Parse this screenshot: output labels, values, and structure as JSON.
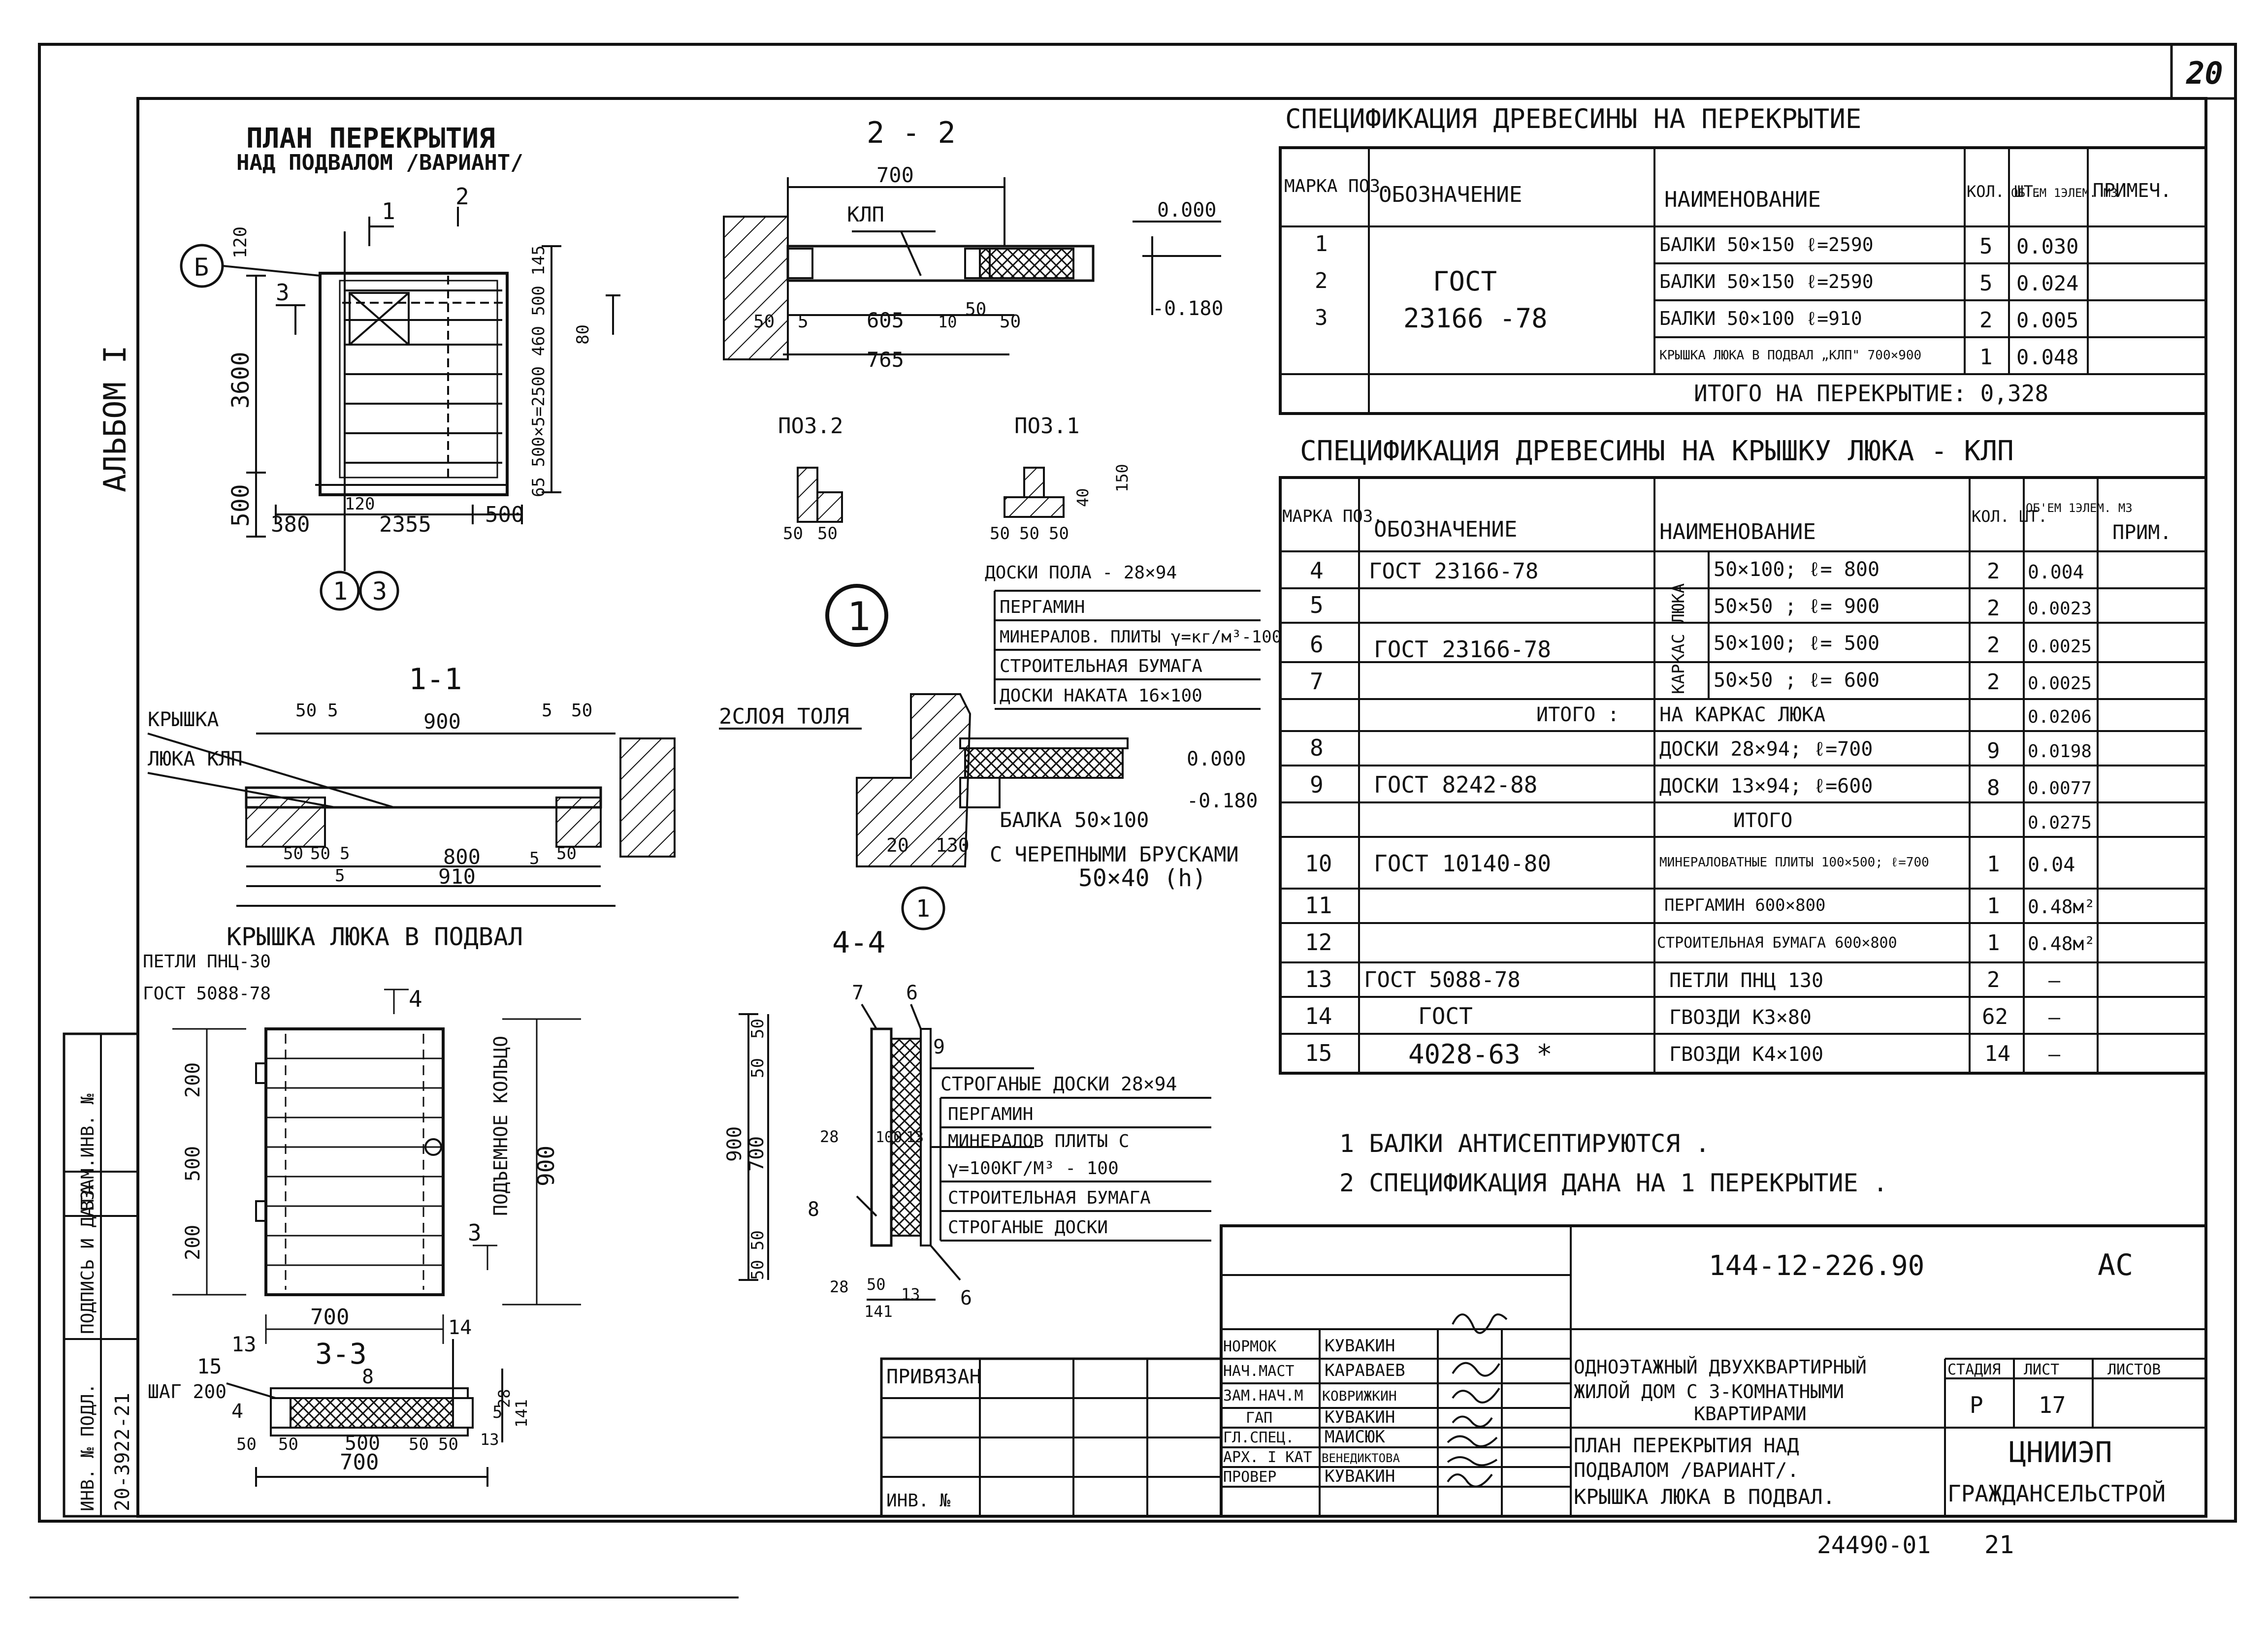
{
  "sheet_number": "20",
  "album": "АЛЬБОМ I",
  "plan": {
    "title_1": "ПЛАН ПЕРЕКРЫТИЯ",
    "title_2": "НАД ПОДВАЛОМ /ВАРИАНТ/",
    "axis_b": "Б",
    "axis_1": "1",
    "axis_3": "3",
    "cut_1": "1",
    "cut_2": "2",
    "cut_3": "3",
    "dim_3600": "3600",
    "dim_500": "500",
    "dim_120_top": "120",
    "dim_120_bottom": "120",
    "dim_380": "380",
    "dim_2355": "2355",
    "dim_500_right": "500",
    "dim_right_chain": "65  500×5=2500  460  500  145",
    "dim_80": "80"
  },
  "section_22": {
    "title": "2 - 2",
    "dim_700": "700",
    "label_klp": "КЛП",
    "lvl_0": "0.000",
    "lvl_180": "-0.180",
    "dim_50a": "50",
    "dim_5": "5",
    "dim_605": "605",
    "dim_10": "10",
    "dim_50b": "50",
    "dim_50c": "50",
    "dim_765": "765",
    "poz2": "ПОЗ.2",
    "poz1": "ПОЗ.1",
    "d50a": "50",
    "d50b": "50",
    "d50c": "50",
    "d50d": "50",
    "d50e": "50",
    "d40": "40",
    "d150": "150"
  },
  "node_1": {
    "mark": "1",
    "layers": [
      "ДОСКИ ПОЛА   - 28×94",
      "ПЕРГАМИН",
      "МИНЕРАЛОВ. ПЛИТЫ γ=кг/м³-100",
      "СТРОИТЕЛЬНАЯ БУМАГА",
      "ДОСКИ НАКАТА 16×100"
    ],
    "tol": "2СЛОЯ ТОЛЯ",
    "lvl_0": "0.000",
    "lvl_180": "-0.180",
    "beam": "БАЛКА 50×100",
    "beam_2": "С ЧЕРЕПНЫМИ БРУСКАМИ",
    "beam_3": "50×40 (h)",
    "d20": "20",
    "d130": "130",
    "axis": "1"
  },
  "section_11": {
    "title": "1-1",
    "label_1": "КРЫШКА",
    "label_2": "ЛЮКА КЛП",
    "d50a": "50",
    "d5a": "5",
    "d900": "900",
    "d5b": "5",
    "d50b": "50",
    "d50c": "50",
    "d50d": "50",
    "d5c": "5",
    "d800": "800",
    "d5d": "5",
    "d50e": "50",
    "d5e": "5",
    "d910": "910"
  },
  "hatch_cover": {
    "title": "КРЫШКА ЛЮКА В ПОДВАЛ",
    "loops": "ПЕТЛИ ПНЦ-30",
    "gost": "ГОСТ 5088-78",
    "ring": "ПОДЪЕМНОЕ КОЛЬЦО",
    "d200a": "200",
    "d500": "500",
    "d200b": "200",
    "d900": "900",
    "d700": "700",
    "cut4": "4",
    "cut3": "3"
  },
  "section_33": {
    "title": "3-3",
    "n15": "15",
    "n13": "13",
    "n8": "8",
    "n14": "14",
    "n4": "4",
    "step": "ШАГ 200",
    "d50a": "50",
    "d50b": "50",
    "d500": "500",
    "d50c": "50",
    "d50d": "50",
    "d5": "5",
    "d13": "13",
    "d28": "28",
    "d141": "141",
    "d700": "700"
  },
  "section_44": {
    "title": "4-4",
    "n7": "7",
    "n6a": "6",
    "n9": "9",
    "n8": "8",
    "n6b": "6",
    "d50a": "50",
    "d50b": "50",
    "d700": "700",
    "d50c": "50",
    "d50d": "50",
    "d900": "900",
    "d28a": "28",
    "d100": "100",
    "d13a": "13",
    "d28b": "28",
    "d50e": "50",
    "d13b": "13",
    "d141": "141",
    "layers": [
      "СТРОГАНЫЕ ДОСКИ 28×94",
      "ПЕРГАМИН",
      "МИНЕРАЛОВ ПЛИТЫ  С",
      "γ=100КГ/М³    - 100",
      "СТРОИТЕЛЬНАЯ БУМАГА",
      "СТРОГАНЫЕ ДОСКИ"
    ]
  },
  "spec1": {
    "title": "СПЕЦИФИКАЦИЯ ДРЕВЕСИНЫ НА ПЕРЕКРЫТИЕ",
    "headers": [
      "МАРКА ПОЗ.",
      "ОБОЗНАЧЕНИЕ",
      "НАИМЕНОВАНИЕ",
      "КОЛ. ШТ.",
      "ОБ'ЕМ 1ЭЛЕМ. М3",
      "ПРИМЕЧ."
    ],
    "rows": [
      [
        "1",
        "",
        "БАЛКИ 50×150   ℓ=2590",
        "5",
        "0.030",
        ""
      ],
      [
        "2",
        "ГОСТ",
        "БАЛКИ 50×150   ℓ=2590",
        "5",
        "0.024",
        ""
      ],
      [
        "3",
        "23166 -78",
        "БАЛКИ 50×100   ℓ=910",
        "2",
        "0.005",
        ""
      ],
      [
        "",
        "",
        "КРЫШКА ЛЮКА В ПОДВАЛ „КЛП\" 700×900",
        "1",
        "0.048",
        ""
      ]
    ],
    "total": "ИТОГО НА ПЕРЕКРЫТИЕ:  0,328"
  },
  "spec2": {
    "title": "СПЕЦИФИКАЦИЯ ДРЕВЕСИНЫ НА КРЫШКУ ЛЮКА - КЛП",
    "headers": [
      "МАРКА ПОЗ.",
      "ОБОЗНАЧЕНИЕ",
      "НАИМЕНОВАНИЕ",
      "КОЛ. ШТ.",
      "ОБ'ЕМ 1ЭЛЕМ. М3",
      "ПРИМ."
    ],
    "group_label": "КАРКАС ЛЮКА",
    "rows": [
      [
        "4",
        "ГОСТ 23166-78",
        "50×100;  ℓ= 800",
        "2",
        "0.004",
        ""
      ],
      [
        "5",
        "",
        "50×50 ;  ℓ= 900",
        "2",
        "0.0023",
        ""
      ],
      [
        "6",
        "ГОСТ 23166-78",
        "50×100; ℓ= 500",
        "2",
        "0.0025",
        ""
      ],
      [
        "7",
        "",
        "50×50 ; ℓ= 600",
        "2",
        "0.0025",
        ""
      ],
      [
        "",
        "ИТОГО :",
        "НА КАРКАС  ЛЮКА",
        "",
        "0.0206",
        ""
      ],
      [
        "8",
        "",
        "ДОСКИ 28×94;  ℓ=700",
        "9",
        "0.0198",
        ""
      ],
      [
        "9",
        "ГОСТ 8242-88",
        "ДОСКИ 13×94;  ℓ=600",
        "8",
        "0.0077",
        ""
      ],
      [
        "",
        "",
        "ИТОГО",
        "",
        "0.0275",
        ""
      ],
      [
        "10",
        "ГОСТ 10140-80",
        "МИНЕРАЛОВАТНЫЕ ПЛИТЫ 100×500;  ℓ=700",
        "1",
        "0.04",
        ""
      ],
      [
        "11",
        "",
        "ПЕРГАМИН  600×800",
        "1",
        "0.48м²",
        ""
      ],
      [
        "12",
        "",
        "СТРОИТЕЛЬНАЯ БУМАГА 600×800",
        "1",
        "0.48м²",
        ""
      ],
      [
        "13",
        "ГОСТ 5088-78",
        "ПЕТЛИ  ПНЦ 130",
        "2",
        "—",
        ""
      ],
      [
        "14",
        "ГОСТ",
        "ГВОЗДИ  К3×80",
        "62",
        "—",
        ""
      ],
      [
        "15",
        "4028-63 *",
        "ГВОЗДИ  К4×100",
        "14",
        "—",
        ""
      ]
    ]
  },
  "notes": [
    "1 БАЛКИ   АНТИСЕПТИРУЮТСЯ .",
    "2 СПЕЦИФИКАЦИЯ ДАНА НА  1 ПЕРЕКРЫТИЕ ."
  ],
  "title_block": {
    "code": "144-12-226.90",
    "mark": "АС",
    "roles": [
      "НОРМОК",
      "НАЧ.МАСТ",
      "ЗАМ.НАЧ.М",
      "ГАП",
      "ГЛ.СПЕЦ.",
      "АРХ. I КАТ",
      "ПРОВЕР"
    ],
    "names": [
      "КУВАКИН",
      "КАРАВАЕВ",
      "КОВРИЖКИН",
      "КУВАКИН",
      "МАЙСЮК",
      "ВЕНЕДИКТОВА",
      "КУВАКИН"
    ],
    "project_1": "ОДНОЭТАЖНЫЙ ДВУХКВАРТИРНЫЙ",
    "project_2": "ЖИЛОЙ ДОМ С 3-КОМНАТНЫМИ",
    "project_3": "КВАРТИРАМИ",
    "sheet_title_1": "ПЛАН ПЕРЕКРЫТИЯ НАД",
    "sheet_title_2": "ПОДВАЛОМ /ВАРИАНТ/.",
    "sheet_title_3": "КРЫШКА ЛЮКА В ПОДВАЛ.",
    "stage_h": "СТАДИЯ",
    "sheet_h": "ЛИСТ",
    "sheets_h": "ЛИСТОВ",
    "stage": "Р",
    "sheet": "17",
    "org_1": "ЦНИИЭП",
    "org_2": "ГРАЖДАНСЕЛЬСТРОЙ",
    "bound": "ПРИВЯЗАН",
    "inv": "ИНВ. №",
    "archive": "24490-01",
    "archive_n": "21"
  },
  "side_stamp": {
    "cells": [
      "ИНВ. № ПОДЛ.",
      "ПОДПИСЬ И ДАТА",
      "ВЗАМ.ИНВ. №"
    ],
    "code": "20-3922-21"
  }
}
